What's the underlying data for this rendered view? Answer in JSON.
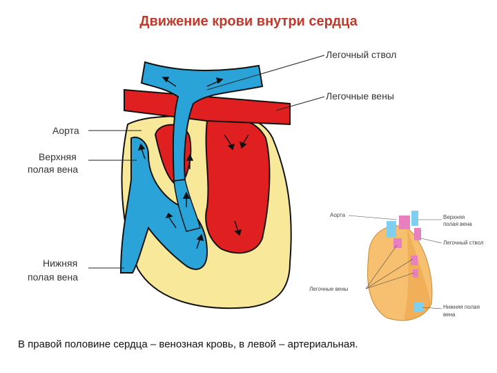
{
  "title": "Движение крови внутри сердца",
  "main_diagram": {
    "labels": {
      "pulmonary_trunk": "Легочный ствол",
      "pulmonary_veins": "Легочные вены",
      "aorta": "Аорта",
      "superior_vena_cava_line1": "Верхняя",
      "superior_vena_cava_line2": "полая вена",
      "inferior_vena_cava_line1": "Нижняя",
      "inferior_vena_cava_line2": "полая вена"
    },
    "colors": {
      "venous": "#2aa3d9",
      "arterial": "#e02020",
      "tissue": "#f7e89a",
      "outline": "#111111"
    }
  },
  "small_diagram": {
    "labels": {
      "aorta": "Аорта",
      "superior_vena_cava_line1": "Верхняя",
      "superior_vena_cava_line2": "полая вена",
      "pulmonary_trunk": "Легочный ствол",
      "pulmonary_veins": "Легочные вены",
      "inferior_vena_cava_line1": "Нижняя полая",
      "inferior_vena_cava_line2": "вена"
    },
    "colors": {
      "heart": "#f6c070",
      "vessel_pink": "#e880c0",
      "vessel_blue": "#7fd0f0"
    }
  },
  "caption": "В правой половине сердца  – венозная кровь, в левой – артериальная."
}
